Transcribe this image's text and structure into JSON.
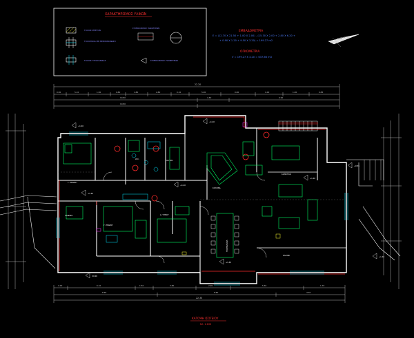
{
  "colors": {
    "background": "#000000",
    "wall": "#ffffff",
    "dimension": "#c8c8c8",
    "furniture": "#00ff66",
    "fixture": "#00e6ff",
    "accent_red": "#ff2a2a",
    "title_red": "#ff3030",
    "legend_frame": "#ffffff",
    "blue_text": "#4d7dff",
    "yellow": "#ffff33",
    "magenta": "#ff33ff"
  },
  "legend": {
    "title": "ΧΑΡΑΚΤΗΡΙΣΜΟΣ ΥΛΙΚΩΝ",
    "items": [
      "ΤΟΙΧΟΣ ΜΠΕΤΟΝ",
      "ΤΟΙΧΟΠΟΙΙΑ ΜΕ ΘΕΡΜΟΜΟΝΩΣΗ",
      "ΤΟΙΧΟΣ ΓΥΨΟΣΑΝΙΔΑΣ",
      "ΣΥΜΒΟΛΙΣΜΟΣ ΠΑΡΑΘΥΡΩΝ",
      "ΣΥΜΒΟΛΙΣΜΟΣ ΥΨΟΜΕΤΡΩΝ"
    ]
  },
  "calculations": {
    "area_title": "ΕΜΒΑΔΟΜΕΤΡΙΑ",
    "area_line1": "E = (12.70 X 21.50 + 1.00 X 2.00) - (15.30 X 2.00 + 2.80 X 6.20 +",
    "area_line2": "+ 0.90 X 1.20 + 9.50 X 3.20) = 199.27 m2",
    "volume_title": "ΟΓΚΟΜΕΤΡΙΑ",
    "volume_line": "V = 199.27 X 3.20 = 637.66 m3"
  },
  "dimensions": {
    "overall_top": "22.20",
    "top_row": [
      "0.90",
      "5.10",
      "1.90",
      "0.80",
      "1.80",
      "2.80",
      "0.10",
      "5.00",
      "0.80",
      "1.00",
      "1.00",
      "0.85"
    ],
    "top_second": [
      "10.80",
      "4.30",
      "0.90",
      "10.80"
    ],
    "overall_bottom": "22.30",
    "bottom_row": [
      "1.00",
      "6.10",
      "1.50",
      "3.80",
      "2.90",
      "5.30",
      "1.70"
    ],
    "bottom_second": [
      "8.90",
      "8.60",
      "4.30"
    ]
  },
  "rooms": {
    "bedroom1": "Υ. ΠΕΔΡΟΥ",
    "office": "ΓΡΑΦΕΙΟ",
    "bedroom2": "Υ. ΠΕΔΡΟΥ",
    "bedroom3": "Δ. ΥΠΝΟΥ",
    "kitchen": "ΚΟΥΖΙΝΑ",
    "dining": "ΤΡΑΠΕΖΑΡΙΑ",
    "living": "ΚΑΘΙΣΤΙΚΟ",
    "lounge": "ΣΑΛΟΝΙ",
    "bath1": "ΛΟΥΤΡΟ",
    "bath2": "W.C."
  },
  "levels": [
    "+1.40",
    "+1.40",
    "+1.40",
    "+1.40",
    "+1.40",
    "±0.00",
    "+1.40",
    "+0.85",
    "+1.40"
  ],
  "footer": {
    "title": "ΚΑΤΟΨΗ ΙΣΟΓΕΙΟΥ",
    "scale": "Κλ. 1:100"
  }
}
